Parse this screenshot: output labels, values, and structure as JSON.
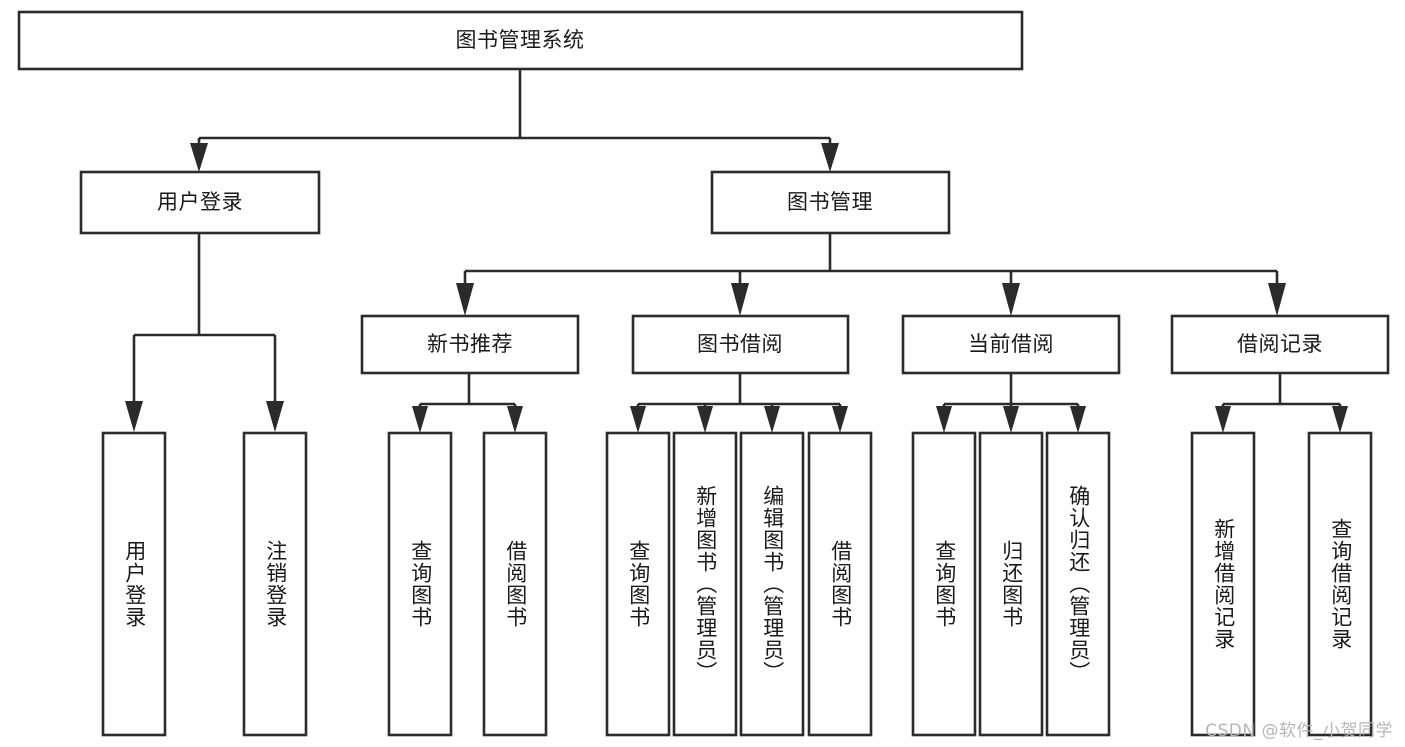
{
  "diagram": {
    "type": "tree-hierarchy",
    "title": "图书管理系统",
    "watermark": "CSDN @软件_小贺同学",
    "colors": {
      "stroke": "#2b2b2b",
      "fill": "#ffffff",
      "text": "#1a1a1a",
      "watermark": "#b6b6b6",
      "background": "#ffffff"
    },
    "levels": {
      "root": "图书管理系统",
      "level2": [
        "用户登录",
        "图书管理"
      ],
      "level3": [
        "新书推荐",
        "图书借阅",
        "当前借阅",
        "借阅记录"
      ]
    },
    "nodes": {
      "root": {
        "label": "图书管理系统"
      },
      "user_login": {
        "label": "用户登录"
      },
      "book_manage": {
        "label": "图书管理"
      },
      "new_book_rec": {
        "label": "新书推荐"
      },
      "book_borrow": {
        "label": "图书借阅"
      },
      "current_borrow": {
        "label": "当前借阅"
      },
      "borrow_record": {
        "label": "借阅记录"
      },
      "leaf_user_login": {
        "label": "用户登录"
      },
      "leaf_logout_login": {
        "label": "注销登录"
      },
      "leaf_query_book_1": {
        "label": "查询图书"
      },
      "leaf_borrow_book_1": {
        "label": "借阅图书"
      },
      "leaf_query_book_2": {
        "label": "查询图书"
      },
      "leaf_add_book_admin": {
        "label": "新增图书（管理员）"
      },
      "leaf_edit_book_admin": {
        "label": "编辑图书（管理员）"
      },
      "leaf_borrow_book_2": {
        "label": "借阅图书"
      },
      "leaf_query_book_3": {
        "label": "查询图书"
      },
      "leaf_return_book": {
        "label": "归还图书"
      },
      "leaf_confirm_return_admin": {
        "label": "确认归还（管理员）"
      },
      "leaf_add_borrow_record": {
        "label": "新增借阅记录"
      },
      "leaf_query_borrow_record": {
        "label": "查询借阅记录"
      }
    },
    "edges": [
      {
        "from": "root",
        "to": "user_login"
      },
      {
        "from": "root",
        "to": "book_manage"
      },
      {
        "from": "user_login",
        "to": "leaf_user_login"
      },
      {
        "from": "user_login",
        "to": "leaf_logout_login"
      },
      {
        "from": "book_manage",
        "to": "new_book_rec"
      },
      {
        "from": "book_manage",
        "to": "book_borrow"
      },
      {
        "from": "book_manage",
        "to": "current_borrow"
      },
      {
        "from": "book_manage",
        "to": "borrow_record"
      },
      {
        "from": "new_book_rec",
        "to": "leaf_query_book_1"
      },
      {
        "from": "new_book_rec",
        "to": "leaf_borrow_book_1"
      },
      {
        "from": "book_borrow",
        "to": "leaf_query_book_2"
      },
      {
        "from": "book_borrow",
        "to": "leaf_add_book_admin"
      },
      {
        "from": "book_borrow",
        "to": "leaf_edit_book_admin"
      },
      {
        "from": "book_borrow",
        "to": "leaf_borrow_book_2"
      },
      {
        "from": "current_borrow",
        "to": "leaf_query_book_3"
      },
      {
        "from": "current_borrow",
        "to": "leaf_return_book"
      },
      {
        "from": "current_borrow",
        "to": "leaf_confirm_return_admin"
      },
      {
        "from": "borrow_record",
        "to": "leaf_add_borrow_record"
      },
      {
        "from": "borrow_record",
        "to": "leaf_query_borrow_record"
      }
    ]
  }
}
